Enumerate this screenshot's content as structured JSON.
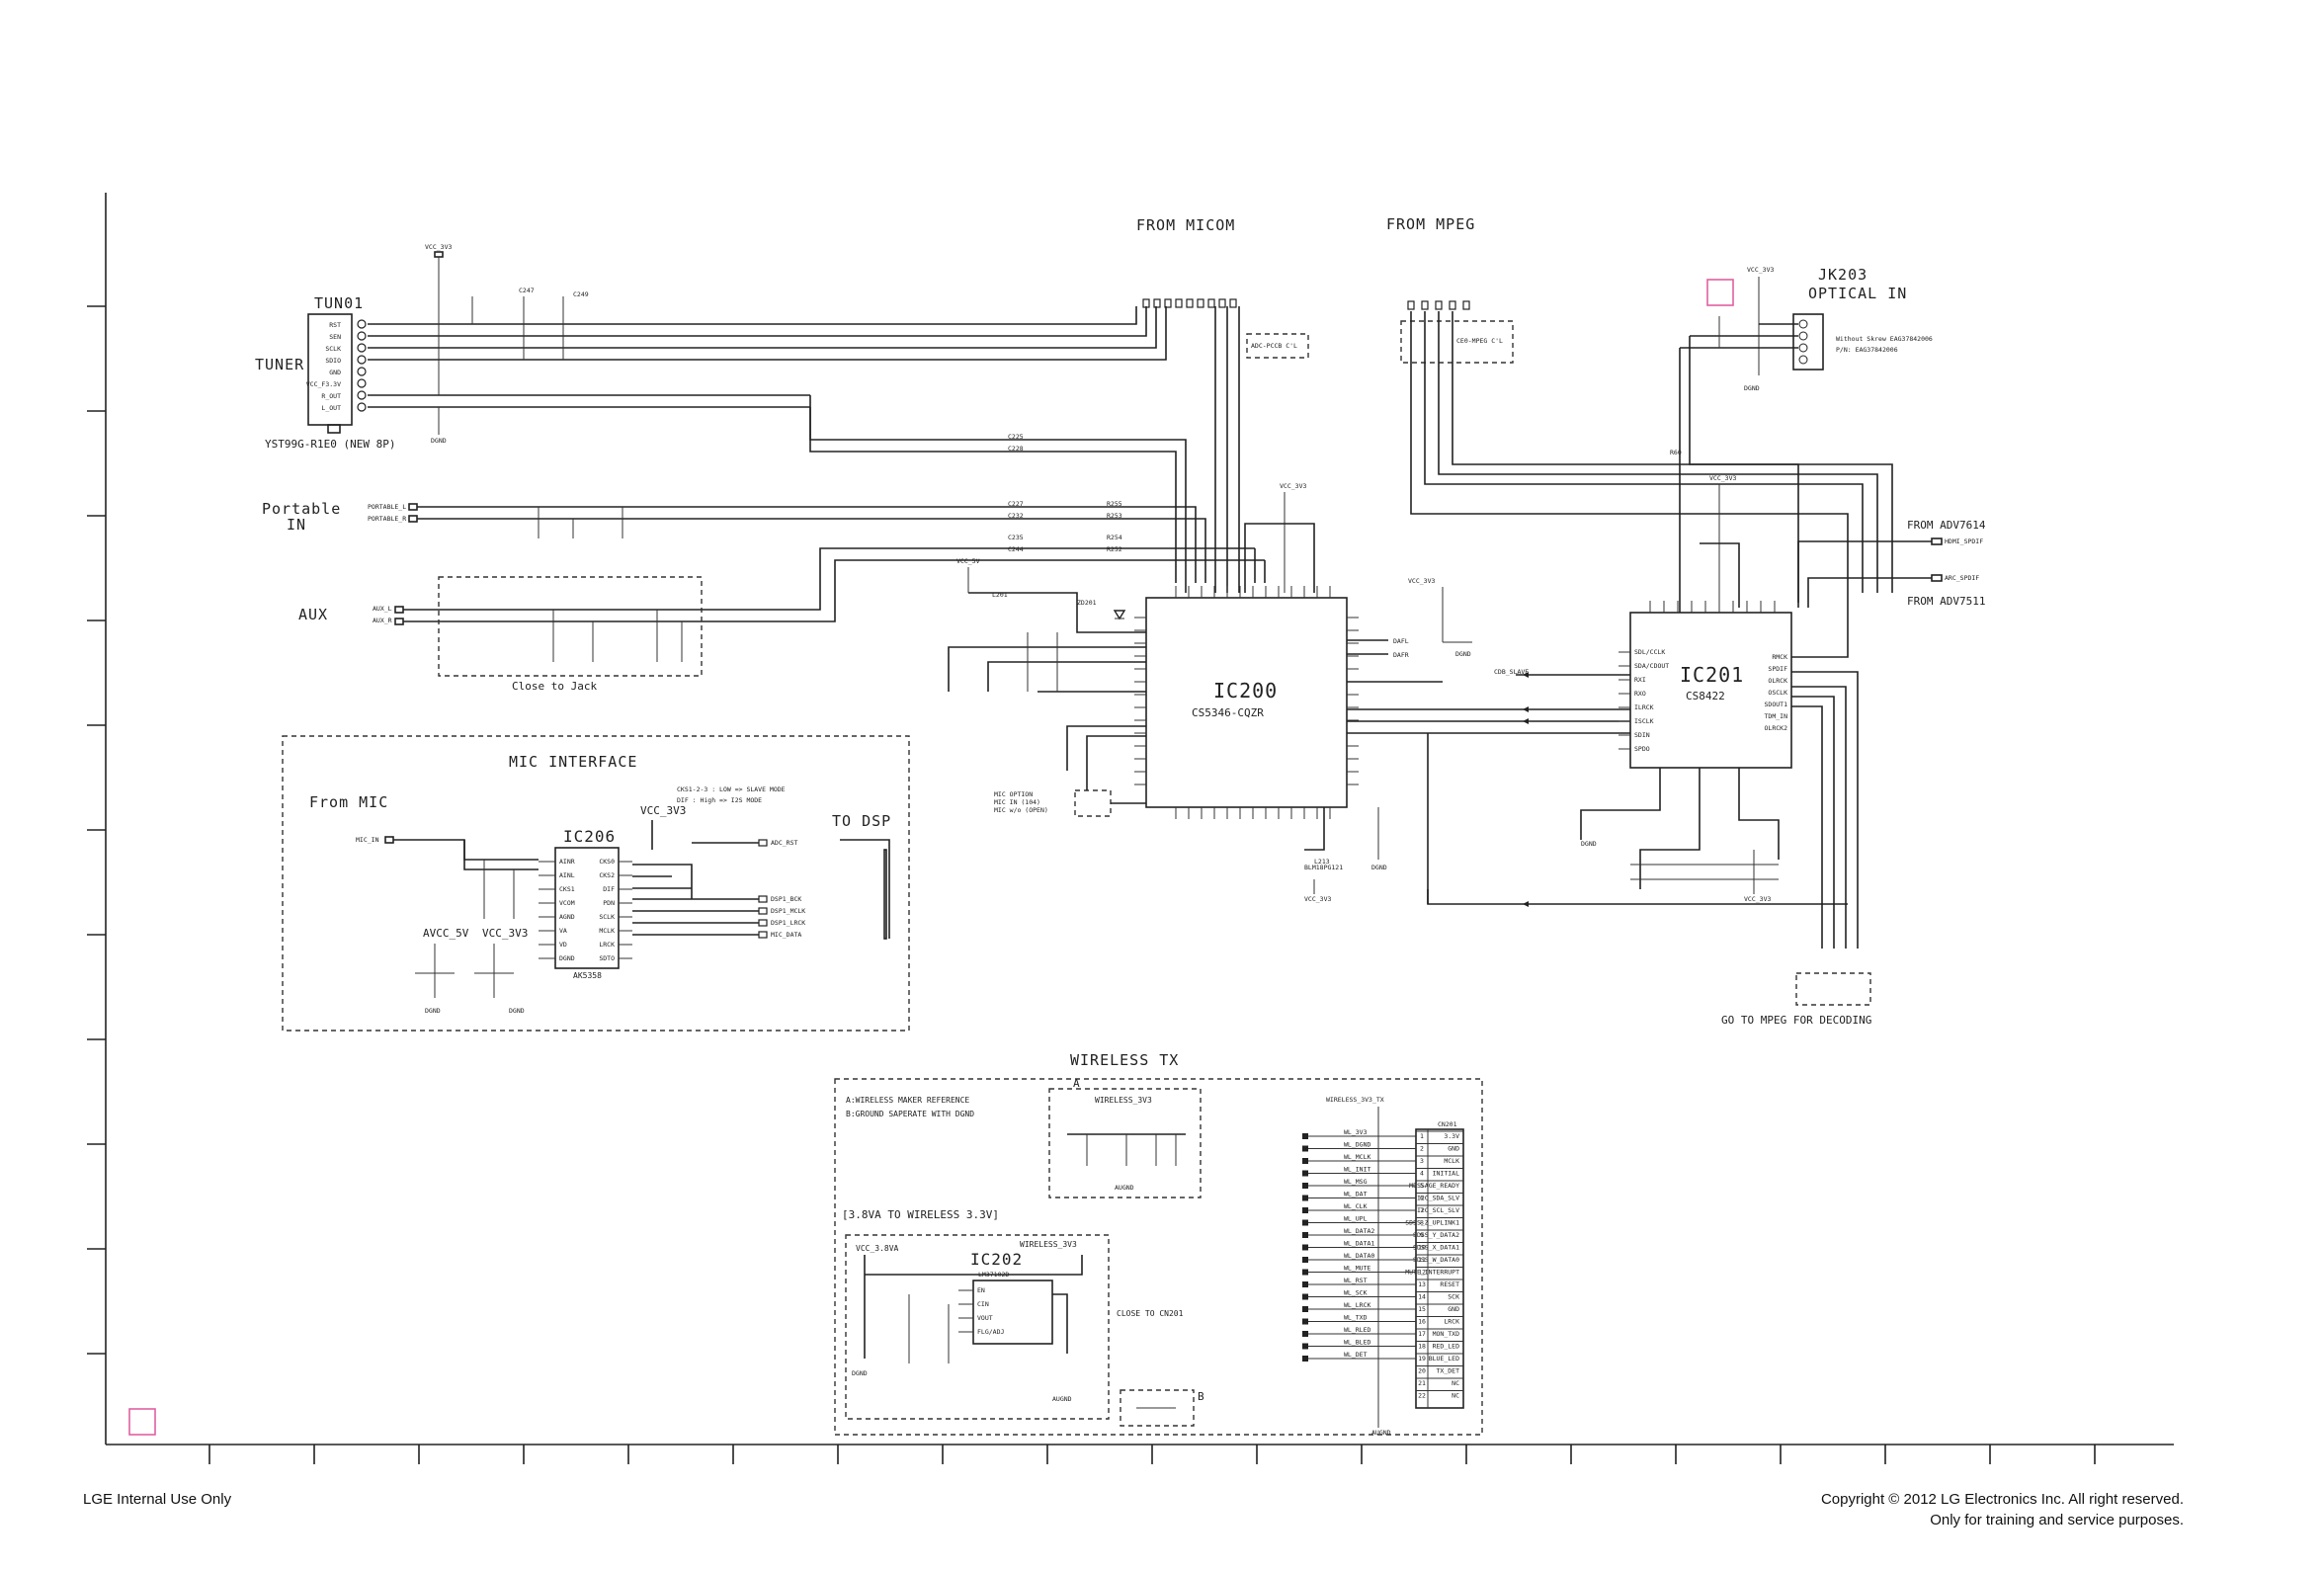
{
  "footer": {
    "left": "LGE Internal Use Only",
    "right_line1": "Copyright © 2012 LG Electronics Inc. All right reserved.",
    "right_line2": "Only for training and service purposes."
  },
  "labels": {
    "from_micom": "FROM MICOM",
    "from_mpeg": "FROM MPEG",
    "jk203": "JK203",
    "optical_in": "OPTICAL IN",
    "optical_note1": "Without Skrew EAG37842006",
    "optical_note2": "P/N: EAG37842006",
    "tun01": "TUN01",
    "tuner": "TUNER",
    "tuner_part": "YST99G-R1E0 (NEW 8P)",
    "portable_in_1": "Portable",
    "portable_in_2": "IN",
    "aux": "AUX",
    "close_to_jack": "Close to Jack",
    "ic200": "IC200",
    "ic200_part": "CS5346-CQZR",
    "ic201": "IC201",
    "ic201_part": "CS8422",
    "from_adv7614": "FROM ADV7614",
    "from_adv7511": "FROM ADV7511",
    "go_to_mpeg": "GO TO MPEG FOR DECODING",
    "mic_interface": "MIC INTERFACE",
    "from_mic": "From MIC",
    "ic206": "IC206",
    "ic206_part": "AK5358",
    "to_dsp": "TO DSP",
    "vcc_3v3": "VCC_3V3",
    "avcc_5v": "AVCC_5V",
    "cks_note1": "CKS1-2-3 : LOW => SLAVE MODE",
    "cks_note2": "DIF    : High => I2S MODE",
    "mic_opt1": "MIC OPTION",
    "mic_opt2": "MIC IN (104)",
    "mic_opt3": "MIC w/o (OPEN)",
    "wireless_tx": "WIRELESS TX",
    "wireless_note_a": "A:WIRELESS MAKER REFERENCE",
    "wireless_note_b": "B:GROUND SAPERATE WITH DGND",
    "wireless_3v3": "WIRELESS_3V3",
    "conv_title": "[3.8VA TO WIRELESS 3.3V]",
    "vcc_38va": "VCC_3.8VA",
    "ic202": "IC202",
    "ic202_part": "LM37102D",
    "close_to_cn201": "CLOSE TO CN201",
    "marker_a": "A",
    "marker_b": "B",
    "cn201": "CN201"
  },
  "tuner_pins": [
    "RST",
    "SEN",
    "SCLK",
    "SDIO",
    "GND",
    "VCC_F3.3V",
    "R_OUT",
    "L_OUT"
  ],
  "ic201_left_pins": [
    "SDL/CCLK",
    "SDA/CDOUT",
    "RXI",
    "RXO",
    "ILRCK",
    "ISCLK",
    "SDIN",
    "SPDO"
  ],
  "ic201_right_pins": [
    "RMCK",
    "SPDIF",
    "OLRCK",
    "OSCLK",
    "SDOUT1",
    "TDM_IN",
    "OLRCK2"
  ],
  "ic206_left_pins": [
    "AINR",
    "AINL",
    "CKS1",
    "VCOM",
    "AGND",
    "VA",
    "VD",
    "DGND"
  ],
  "ic206_right_pins": [
    "CKS0",
    "CKS2",
    "DIF",
    "PDN",
    "SCLK",
    "MCLK",
    "LRCK",
    "SDTO"
  ],
  "mic_outputs": [
    "ADC_RST",
    "DSP1_BCK",
    "DSP1_MCLK",
    "DSP1_LRCK",
    "MIC_DATA"
  ],
  "ic202_pins": [
    "EN",
    "CIN",
    "VOUT",
    "FLG/ADJ"
  ],
  "cn201_pins": [
    {
      "n": "1",
      "name": "3.3V"
    },
    {
      "n": "2",
      "name": "GND"
    },
    {
      "n": "3",
      "name": "MCLK"
    },
    {
      "n": "4",
      "name": "INITIAL"
    },
    {
      "n": "5",
      "name": "MESSAGE_READY"
    },
    {
      "n": "6",
      "name": "I2C_SDA_SLV"
    },
    {
      "n": "7",
      "name": "I2C_SCL_SLV"
    },
    {
      "n": "8",
      "name": "SDSS_Z_UPLINK1"
    },
    {
      "n": "9",
      "name": "SDSS_Y_DATA2"
    },
    {
      "n": "10",
      "name": "SDSS_X_DATA1"
    },
    {
      "n": "11",
      "name": "SDSS_W_DATA0"
    },
    {
      "n": "12",
      "name": "MUTE_INTERRUPT"
    },
    {
      "n": "13",
      "name": "RESET"
    },
    {
      "n": "14",
      "name": "SCK"
    },
    {
      "n": "15",
      "name": "GND"
    },
    {
      "n": "16",
      "name": "LRCK"
    },
    {
      "n": "17",
      "name": "MON_TXD"
    },
    {
      "n": "18",
      "name": "RED_LED"
    },
    {
      "n": "19",
      "name": "BLUE_LED"
    },
    {
      "n": "20",
      "name": "TX_DET"
    },
    {
      "n": "21",
      "name": "NC"
    },
    {
      "n": "22",
      "name": "NC"
    }
  ],
  "wl_signals": [
    "WL_3V3",
    "WL_DGND",
    "WL_MCLK",
    "WL_INIT",
    "WL_MSG",
    "WL_DAT",
    "WL_CLK",
    "WL_UPL",
    "WL_DATA2",
    "WL_DATA1",
    "WL_DATA0",
    "WL_MUTE",
    "WL_RST",
    "WL_SCK",
    "WL_LRCK",
    "WL_TXD",
    "WL_RLED",
    "WL_BLED",
    "WL_DET"
  ]
}
